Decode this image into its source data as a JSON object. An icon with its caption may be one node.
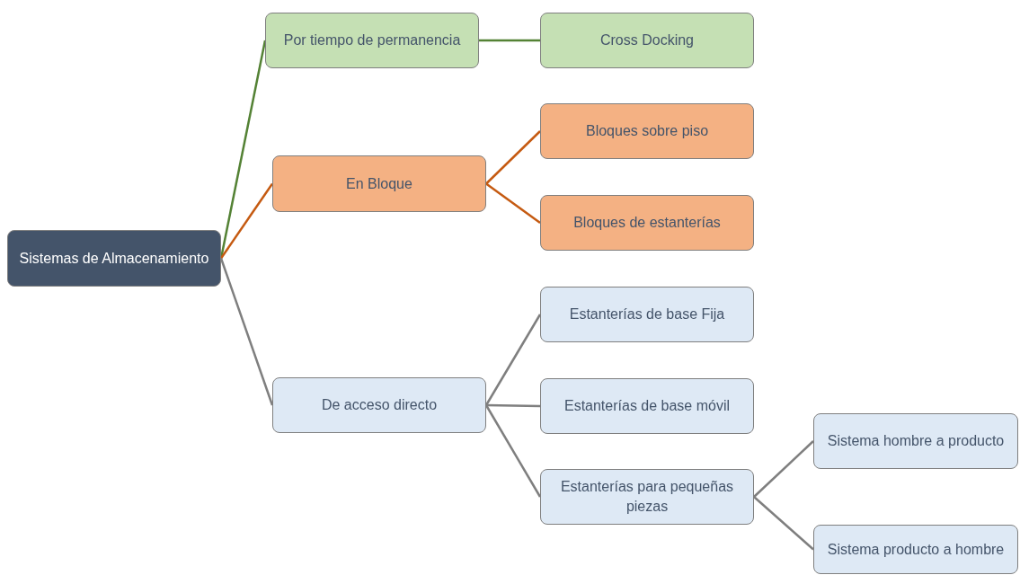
{
  "diagram": {
    "nodes": [
      {
        "text": [
          "Sistemas de Almacenamiento"
        ]
      },
      {
        "text": [
          "Por tiempo de permanencia"
        ]
      },
      {
        "text": [
          "Cross Docking"
        ]
      },
      {
        "text": [
          "En Bloque"
        ]
      },
      {
        "text": [
          "Bloques sobre piso"
        ]
      },
      {
        "text": [
          "Bloques de estanterías"
        ]
      },
      {
        "text": [
          "De acceso directo"
        ]
      },
      {
        "text": [
          "Estanterías de base Fija"
        ]
      },
      {
        "text": [
          "Estanterías de base móvil"
        ]
      },
      {
        "text": [
          "Estanterías para pequeñas piezas"
        ]
      },
      {
        "text": [
          "Sistema hombre a producto"
        ]
      },
      {
        "text": [
          "Sistema producto a hombre"
        ]
      }
    ],
    "edges": [
      {
        "from": 0,
        "to": 1,
        "arrow": "none",
        "color": "#548235"
      },
      {
        "from": 1,
        "to": 2,
        "arrow": "none",
        "color": "#548235"
      },
      {
        "from": 0,
        "to": 3,
        "arrow": "none",
        "color": "#c55a11"
      },
      {
        "from": 3,
        "to": 4,
        "arrow": "none",
        "color": "#c55a11"
      },
      {
        "from": 3,
        "to": 5,
        "arrow": "none",
        "color": "#c55a11"
      },
      {
        "from": 0,
        "to": 6,
        "arrow": "none"
      },
      {
        "from": 6,
        "to": 7,
        "arrow": "none"
      },
      {
        "from": 6,
        "to": 8,
        "arrow": "none"
      },
      {
        "from": 6,
        "to": 9,
        "arrow": "none"
      },
      {
        "from": 9,
        "to": 10,
        "arrow": "none"
      },
      {
        "from": 9,
        "to": 11,
        "arrow": "none"
      }
    ]
  }
}
